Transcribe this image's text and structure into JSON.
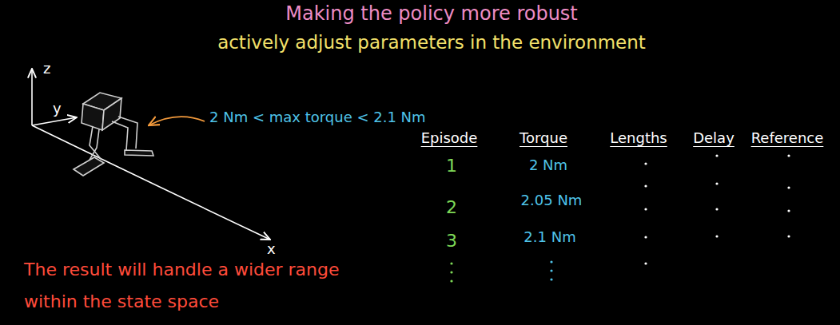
{
  "diagram": {
    "title": "Making the policy more robust",
    "labels": [
      "actively adjust parameters in the environment",
      "z",
      "y",
      "x",
      "2 Nm < max torque < 2.1 Nm",
      "Episode",
      "Torque",
      "Lengths",
      "Delay",
      "Reference",
      "1",
      "2 Nm",
      "2",
      "2.05 Nm",
      "3",
      "2.1 Nm",
      "The result will handle a wider range within the state space"
    ]
  }
}
